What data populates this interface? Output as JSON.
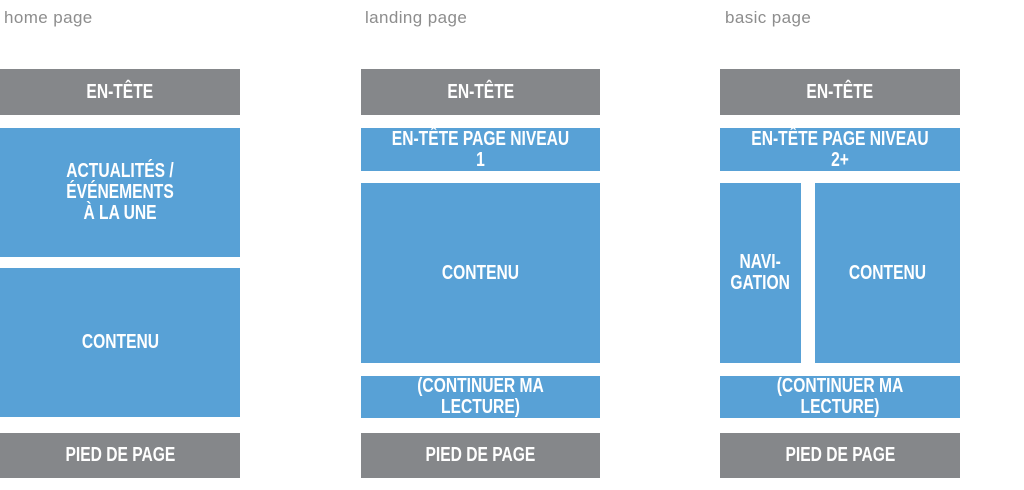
{
  "colors": {
    "background": "#ffffff",
    "gray_block": "#85878a",
    "blue_block": "#58a1d6",
    "label_text": "#ffffff",
    "title_text": "#8d8d8d"
  },
  "columns": [
    {
      "title": "home page",
      "blocks": {
        "header": "EN-TÊTE",
        "featured": "ACTUALITÉS / ÉVÉNEMENTS\nÀ LA UNE",
        "content": "CONTENU",
        "footer": "PIED DE PAGE"
      }
    },
    {
      "title": "landing page",
      "blocks": {
        "header": "EN-TÊTE",
        "page_header": "EN-TÊTE PAGE NIVEAU 1",
        "content": "CONTENU",
        "continue": "(CONTINUER MA LECTURE)",
        "footer": "PIED DE PAGE"
      }
    },
    {
      "title": "basic page",
      "blocks": {
        "header": "EN-TÊTE",
        "page_header": "EN-TÊTE PAGE NIVEAU 2+",
        "navigation": "NAVI-\nGATION",
        "content": "CONTENU",
        "continue": "(CONTINUER MA LECTURE)",
        "footer": "PIED DE PAGE"
      }
    }
  ]
}
